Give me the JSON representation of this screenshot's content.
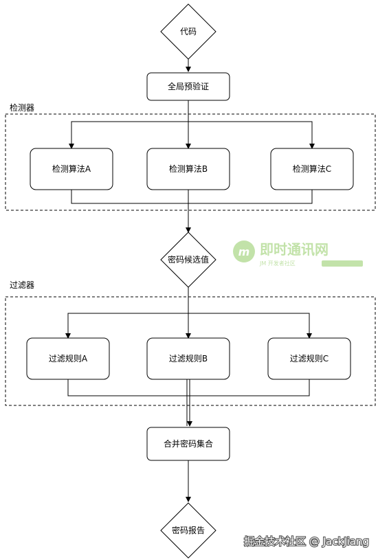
{
  "nodes": {
    "start": "代码",
    "preverify": "全局预验证",
    "detect_a": "检测算法A",
    "detect_b": "检测算法B",
    "detect_c": "检测算法C",
    "candidate": "密码候选值",
    "filter_a": "过滤规则A",
    "filter_b": "过滤规则B",
    "filter_c": "过滤规则C",
    "merge": "合并密码集合",
    "report": "密码报告"
  },
  "groups": {
    "detector": "检测器",
    "filter": "过滤器"
  },
  "watermarks": {
    "logo_title": "即时通讯网",
    "logo_sub": "JM 开发者社区",
    "credit": "掘金技术社区 @ JackJiang"
  },
  "colors": {
    "stroke": "#000000",
    "background": "#ffffff",
    "watermark_green": "#7ac143"
  }
}
